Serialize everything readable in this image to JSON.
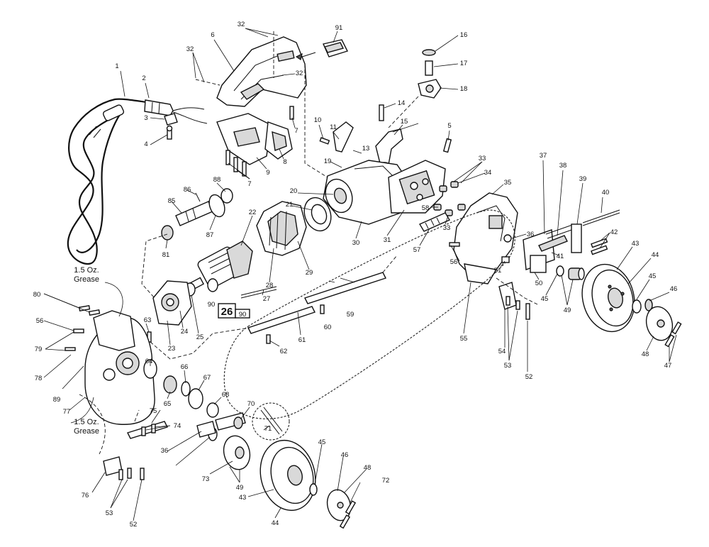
{
  "notes": {
    "grease_upper": [
      "1.5 Oz.",
      "Grease"
    ],
    "grease_lower": [
      "1.5 Oz.",
      "Grease"
    ]
  },
  "badge": {
    "main": "26",
    "sub": "90"
  },
  "callouts": [
    {
      "id": "c1",
      "label": "1"
    },
    {
      "id": "c2",
      "label": "2"
    },
    {
      "id": "c3",
      "label": "3"
    },
    {
      "id": "c4",
      "label": "4"
    },
    {
      "id": "c5",
      "label": "5"
    },
    {
      "id": "c6",
      "label": "6"
    },
    {
      "id": "c7a",
      "label": "7"
    },
    {
      "id": "c7b",
      "label": "7"
    },
    {
      "id": "c8",
      "label": "8"
    },
    {
      "id": "c9",
      "label": "9"
    },
    {
      "id": "c10",
      "label": "10"
    },
    {
      "id": "c11",
      "label": "11"
    },
    {
      "id": "c13",
      "label": "13"
    },
    {
      "id": "c14",
      "label": "14"
    },
    {
      "id": "c15",
      "label": "15"
    },
    {
      "id": "c16",
      "label": "16"
    },
    {
      "id": "c17",
      "label": "17"
    },
    {
      "id": "c18",
      "label": "18"
    },
    {
      "id": "c19",
      "label": "19"
    },
    {
      "id": "c20",
      "label": "20"
    },
    {
      "id": "c21",
      "label": "21"
    },
    {
      "id": "c22",
      "label": "22"
    },
    {
      "id": "c23",
      "label": "23"
    },
    {
      "id": "c24",
      "label": "24"
    },
    {
      "id": "c25",
      "label": "25"
    },
    {
      "id": "c27",
      "label": "27"
    },
    {
      "id": "c28",
      "label": "28"
    },
    {
      "id": "c29",
      "label": "29"
    },
    {
      "id": "c30",
      "label": "30"
    },
    {
      "id": "c31",
      "label": "31"
    },
    {
      "id": "c32a",
      "label": "32"
    },
    {
      "id": "c32b",
      "label": "32"
    },
    {
      "id": "c32c",
      "label": "32"
    },
    {
      "id": "c33a",
      "label": "33"
    },
    {
      "id": "c33b",
      "label": "33"
    },
    {
      "id": "c34",
      "label": "34"
    },
    {
      "id": "c35",
      "label": "35"
    },
    {
      "id": "c36a",
      "label": "36"
    },
    {
      "id": "c36b",
      "label": "36"
    },
    {
      "id": "c37",
      "label": "37"
    },
    {
      "id": "c38",
      "label": "38"
    },
    {
      "id": "c39",
      "label": "39"
    },
    {
      "id": "c40",
      "label": "40"
    },
    {
      "id": "c41",
      "label": "41"
    },
    {
      "id": "c42",
      "label": "42"
    },
    {
      "id": "c43a",
      "label": "43"
    },
    {
      "id": "c43b",
      "label": "43"
    },
    {
      "id": "c44a",
      "label": "44"
    },
    {
      "id": "c44b",
      "label": "44"
    },
    {
      "id": "c45a",
      "label": "45"
    },
    {
      "id": "c45b",
      "label": "45"
    },
    {
      "id": "c45c",
      "label": "45"
    },
    {
      "id": "c46a",
      "label": "46"
    },
    {
      "id": "c46b",
      "label": "46"
    },
    {
      "id": "c47",
      "label": "47"
    },
    {
      "id": "c48a",
      "label": "48"
    },
    {
      "id": "c48b",
      "label": "48"
    },
    {
      "id": "c49a",
      "label": "49"
    },
    {
      "id": "c49b",
      "label": "49"
    },
    {
      "id": "c50",
      "label": "50"
    },
    {
      "id": "c51",
      "label": "51"
    },
    {
      "id": "c52a",
      "label": "52"
    },
    {
      "id": "c52b",
      "label": "52"
    },
    {
      "id": "c53a",
      "label": "53"
    },
    {
      "id": "c53b",
      "label": "53"
    },
    {
      "id": "c54",
      "label": "54"
    },
    {
      "id": "c55",
      "label": "55"
    },
    {
      "id": "c56a",
      "label": "56"
    },
    {
      "id": "c56b",
      "label": "56"
    },
    {
      "id": "c57",
      "label": "57"
    },
    {
      "id": "c58",
      "label": "58"
    },
    {
      "id": "c59",
      "label": "59"
    },
    {
      "id": "c60",
      "label": "60"
    },
    {
      "id": "c61",
      "label": "61"
    },
    {
      "id": "c62",
      "label": "62"
    },
    {
      "id": "c63",
      "label": "63"
    },
    {
      "id": "c64",
      "label": "64"
    },
    {
      "id": "c65",
      "label": "65"
    },
    {
      "id": "c66",
      "label": "66"
    },
    {
      "id": "c67",
      "label": "67"
    },
    {
      "id": "c68",
      "label": "68"
    },
    {
      "id": "c70",
      "label": "70"
    },
    {
      "id": "c71",
      "label": "71"
    },
    {
      "id": "c72",
      "label": "72"
    },
    {
      "id": "c73",
      "label": "73"
    },
    {
      "id": "c74",
      "label": "74"
    },
    {
      "id": "c75",
      "label": "75"
    },
    {
      "id": "c76",
      "label": "76"
    },
    {
      "id": "c77",
      "label": "77"
    },
    {
      "id": "c78",
      "label": "78"
    },
    {
      "id": "c79",
      "label": "79"
    },
    {
      "id": "c80",
      "label": "80"
    },
    {
      "id": "c81",
      "label": "81"
    },
    {
      "id": "c85",
      "label": "85"
    },
    {
      "id": "c86",
      "label": "86"
    },
    {
      "id": "c87",
      "label": "87"
    },
    {
      "id": "c88",
      "label": "88"
    },
    {
      "id": "c89",
      "label": "89"
    },
    {
      "id": "c90",
      "label": "90"
    },
    {
      "id": "c91",
      "label": "91"
    }
  ]
}
